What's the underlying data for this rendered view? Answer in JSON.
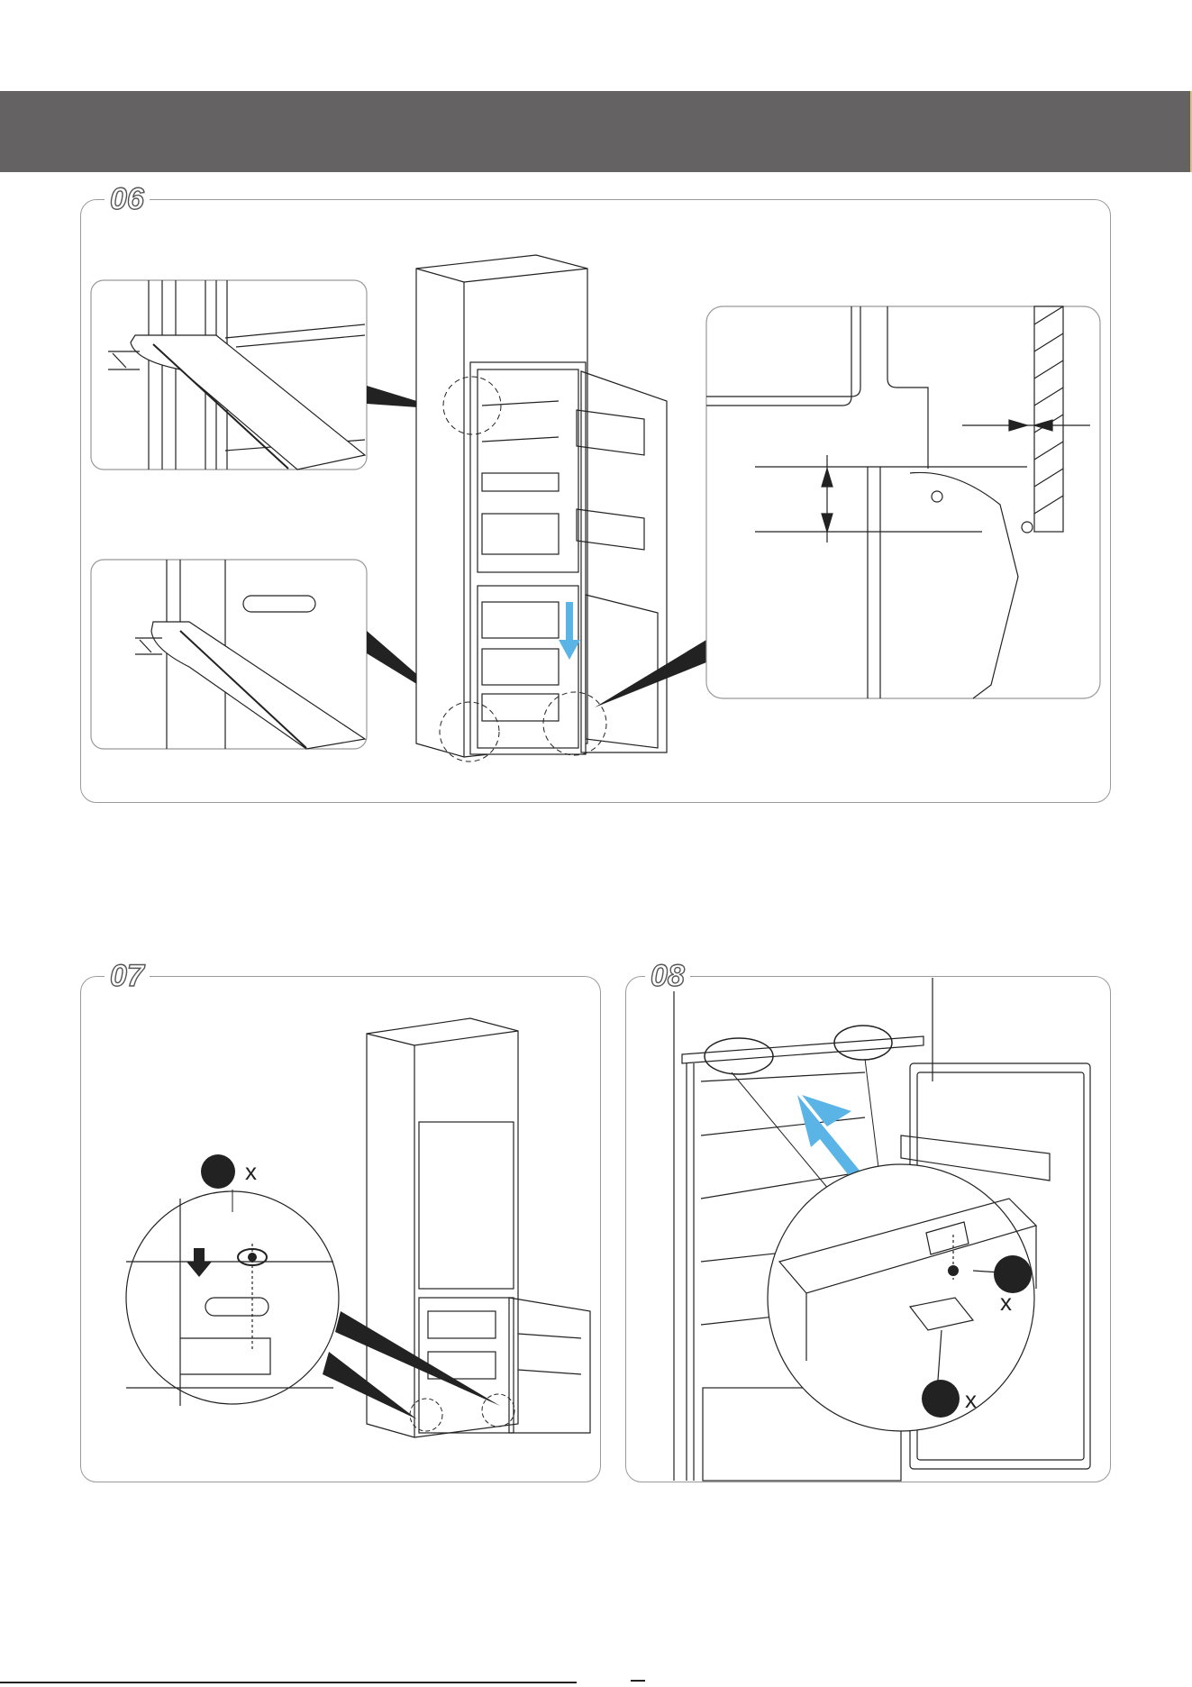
{
  "header": {
    "text": ""
  },
  "steps": [
    {
      "label": "06"
    },
    {
      "label": "07",
      "screw_qty": "x"
    },
    {
      "label": "08",
      "screw_qty_top": "x",
      "screw_qty_bottom": "x"
    }
  ],
  "colors": {
    "header": "#656263",
    "arrow": "#5ab4e5",
    "line": "#222222",
    "panel_border": "#9a9a9a"
  },
  "icons": [
    "down-arrow-icon",
    "rotate-icon",
    "screw-icon",
    "up-arrow-icon",
    "dimension-arrow-icon",
    "hatch-wall-icon"
  ]
}
